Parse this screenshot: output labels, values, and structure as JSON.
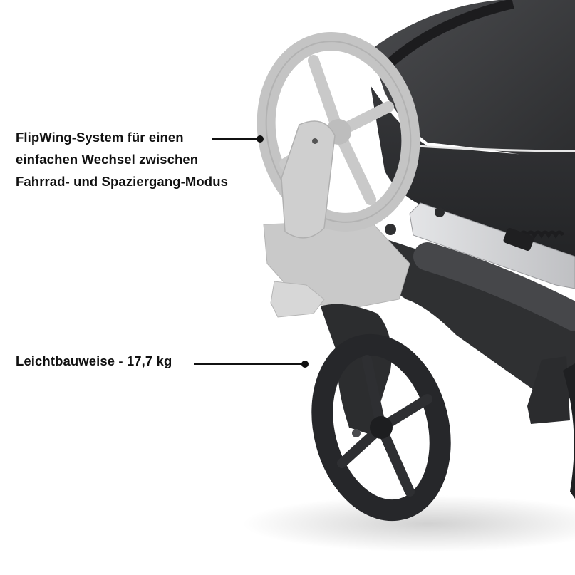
{
  "callouts": {
    "flipwing": {
      "lines": [
        "FlipWing-System für einen",
        "einfachen Wechsel zwischen",
        "Fahrrad- und Spaziergang-Modus"
      ]
    },
    "weight": {
      "text": "Leichtbauweise - 17,7 kg"
    }
  },
  "colors": {
    "text": "#111111",
    "frame_dark": "#3a3b3d",
    "wheel_light": "#c4c4c4",
    "rail_silver": "#d6d7d9",
    "background": "#ffffff"
  }
}
